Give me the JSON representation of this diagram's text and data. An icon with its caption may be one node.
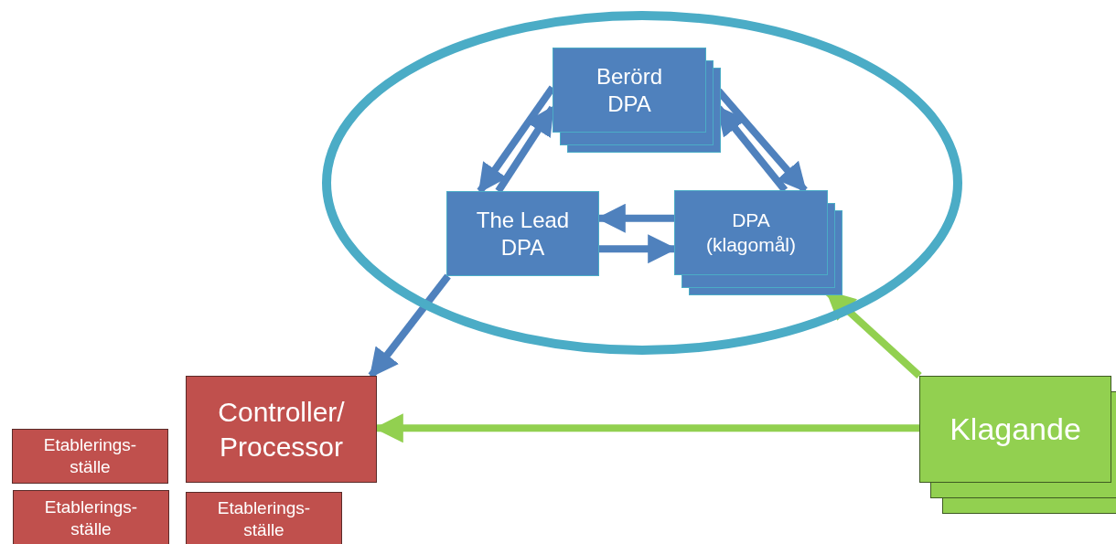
{
  "diagram": {
    "nodes": [
      {
        "text": [],
        "shape": "ellipse"
      },
      {
        "text": [
          "Berörd DPA"
        ],
        "in": 0
      },
      {
        "text": [
          "The Lead DPA"
        ],
        "in": 0
      },
      {
        "text": [
          "DPA (klagomål)"
        ],
        "in": 0
      },
      {
        "text": [
          "Controller/ Processor"
        ]
      },
      {
        "text": [
          "Etablerings- ställe"
        ]
      },
      {
        "text": [
          "Etablerings- ställe"
        ]
      },
      {
        "text": [
          "Etablerings- ställe"
        ]
      },
      {
        "text": [
          "Klagande"
        ]
      }
    ],
    "edges": [
      {
        "from": 1,
        "to": 2,
        "arrow": "to"
      },
      {
        "from": 2,
        "to": 1,
        "arrow": "to"
      },
      {
        "from": 3,
        "to": 1,
        "arrow": "to"
      },
      {
        "from": 1,
        "to": 3,
        "arrow": "to"
      },
      {
        "from": 3,
        "to": 2,
        "arrow": "to"
      },
      {
        "from": 2,
        "to": 3,
        "arrow": "to"
      },
      {
        "from": 2,
        "to": 4,
        "arrow": "to"
      },
      {
        "from": 8,
        "to": 3,
        "arrow": "to",
        "color": "#92d050"
      },
      {
        "from": 8,
        "to": 4,
        "arrow": "to",
        "color": "#92d050"
      }
    ]
  }
}
